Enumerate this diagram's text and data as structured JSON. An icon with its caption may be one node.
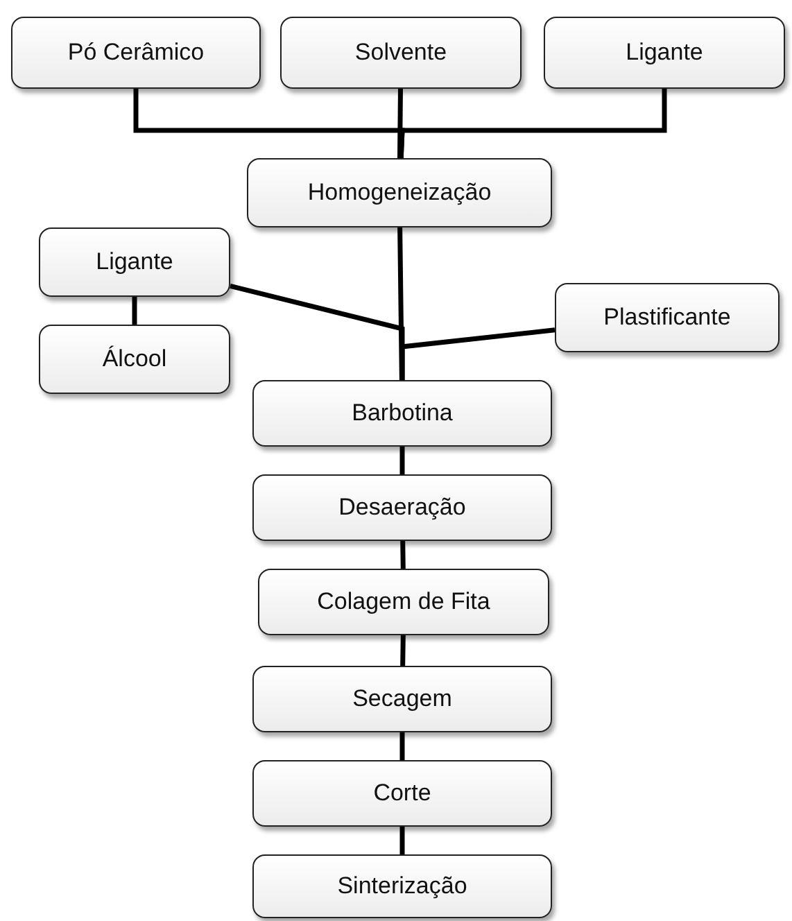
{
  "diagram": {
    "nodes": [
      {
        "text": [
          "Pó Cerâmico"
        ]
      },
      {
        "text": [
          "Solvente"
        ]
      },
      {
        "text": [
          "Ligante"
        ]
      },
      {
        "text": [
          "Homogeneização"
        ]
      },
      {
        "text": [
          "Ligante"
        ]
      },
      {
        "text": [
          "Álcool"
        ]
      },
      {
        "text": [
          "Plastificante"
        ]
      },
      {
        "text": [
          "Barbotina"
        ]
      },
      {
        "text": [
          "Desaeração"
        ]
      },
      {
        "text": [
          "Colagem de Fita"
        ]
      },
      {
        "text": [
          "Secagem"
        ]
      },
      {
        "text": [
          "Corte"
        ]
      },
      {
        "text": [
          "Sinterização"
        ]
      }
    ],
    "edges": [
      {
        "from": 0,
        "to": 3,
        "arrow": "none"
      },
      {
        "from": 1,
        "to": 3,
        "arrow": "none"
      },
      {
        "from": 2,
        "to": 3,
        "arrow": "none"
      },
      {
        "from": 3,
        "to": 7,
        "arrow": "none"
      },
      {
        "from": 4,
        "to": 5,
        "arrow": "none"
      },
      {
        "from": 4,
        "to": 7,
        "arrow": "none"
      },
      {
        "from": 6,
        "to": 7,
        "arrow": "none"
      },
      {
        "from": 7,
        "to": 8,
        "arrow": "none"
      },
      {
        "from": 8,
        "to": 9,
        "arrow": "none"
      },
      {
        "from": 9,
        "to": 10,
        "arrow": "none"
      },
      {
        "from": 10,
        "to": 11,
        "arrow": "none"
      },
      {
        "from": 11,
        "to": 12,
        "arrow": "none"
      }
    ]
  }
}
